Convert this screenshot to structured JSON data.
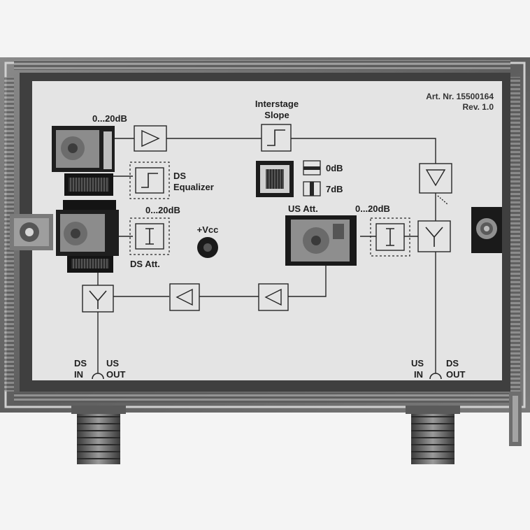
{
  "photo": {
    "background": "#f4f4f4",
    "housing_color": "#6a6a6a",
    "panel_color": "#e4e4e4",
    "line_color": "#262626"
  },
  "label_card": {
    "article_number": "Art. Nr. 15500164",
    "revision": "Rev. 1.0",
    "ds_gain_range": "0...20dB",
    "interstage": "Interstage",
    "slope": "Slope",
    "ds": "DS",
    "equalizer": "Equalizer",
    "ds_att_range": "0...20dB",
    "ds_att": "DS Att.",
    "vcc": "+Vcc",
    "us_att": "US Att.",
    "us_att_range": "0...20dB",
    "jumper_0db": "0dB",
    "jumper_7db": "7dB",
    "ds_in": "IN",
    "us_out": "OUT",
    "us_in": "IN",
    "ds_out": "OUT",
    "left_port_ds": "DS",
    "left_port_us": "US",
    "right_port_us": "US",
    "right_port_ds": "DS"
  }
}
